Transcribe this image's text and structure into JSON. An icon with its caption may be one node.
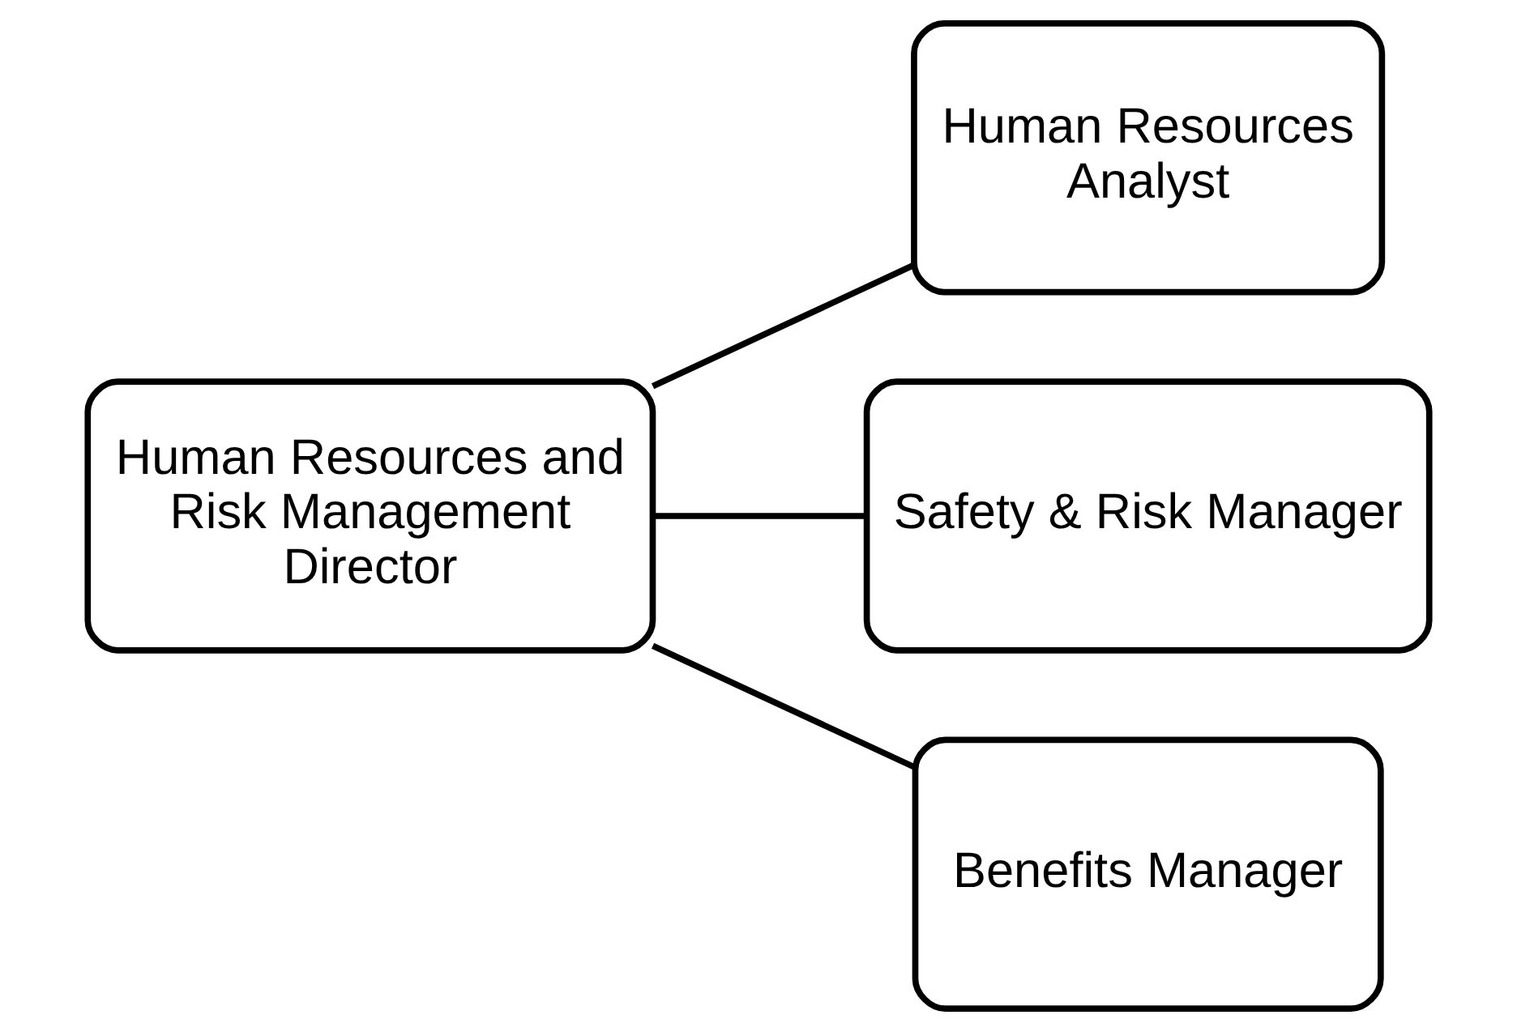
{
  "diagram": {
    "nodes": [
      {
        "text": [
          "Human Resources and Risk Management Director"
        ]
      },
      {
        "text": [
          "Human Resources Analyst"
        ]
      },
      {
        "text": [
          "Safety & Risk Manager"
        ]
      },
      {
        "text": [
          "Benefits Manager"
        ]
      }
    ],
    "edges": [
      {
        "from": 0,
        "to": 1,
        "arrow": "none"
      },
      {
        "from": 0,
        "to": 2,
        "arrow": "none"
      },
      {
        "from": 0,
        "to": 3,
        "arrow": "none"
      }
    ]
  }
}
